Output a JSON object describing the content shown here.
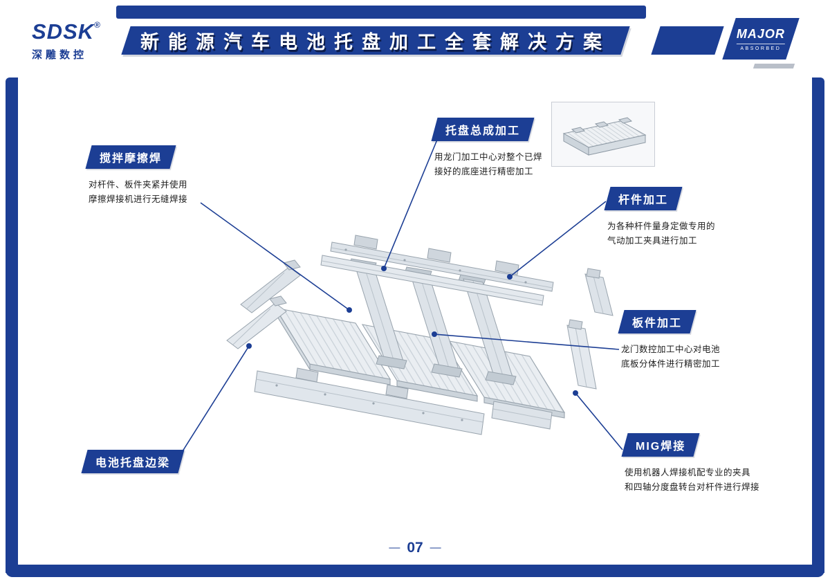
{
  "colors": {
    "accent": "#1c3e94",
    "accent_dark": "#15307a",
    "stripe_gray": "#b9bfc9",
    "connector": "#1c3e94",
    "diagram_fill": "#eaeef2",
    "diagram_stroke": "#98a3ad"
  },
  "header": {
    "logo_text": "SDSK",
    "logo_reg": "®",
    "logo_sub": "深雕数控",
    "title": "新能源汽车电池托盘加工全套解决方案",
    "badge_line1": "MAJOR",
    "badge_line2": "ABSORBED"
  },
  "footer": {
    "page_number": "07",
    "dash_left": "—",
    "dash_right": "—"
  },
  "callouts": [
    {
      "title": "搅拌摩擦焊",
      "desc_line1": "对杆件、板件夹紧并使用",
      "desc_line2": "摩擦焊接机进行无缝焊接"
    },
    {
      "title": "托盘总成加工",
      "desc_line1": "用龙门加工中心对整个已焊",
      "desc_line2": "接好的底座进行精密加工"
    },
    {
      "title": "杆件加工",
      "desc_line1": "为各种杆件量身定做专用的",
      "desc_line2": "气动加工夹具进行加工"
    },
    {
      "title": "板件加工",
      "desc_line1": "龙门数控加工中心对电池",
      "desc_line2": "底板分体件进行精密加工"
    },
    {
      "title": "MIG焊接",
      "desc_line1": "使用机器人焊接机配专业的夹具",
      "desc_line2": "和四轴分度盘转台对杆件进行焊接"
    },
    {
      "title": "电池托盘边梁",
      "desc_line1": "",
      "desc_line2": ""
    }
  ]
}
